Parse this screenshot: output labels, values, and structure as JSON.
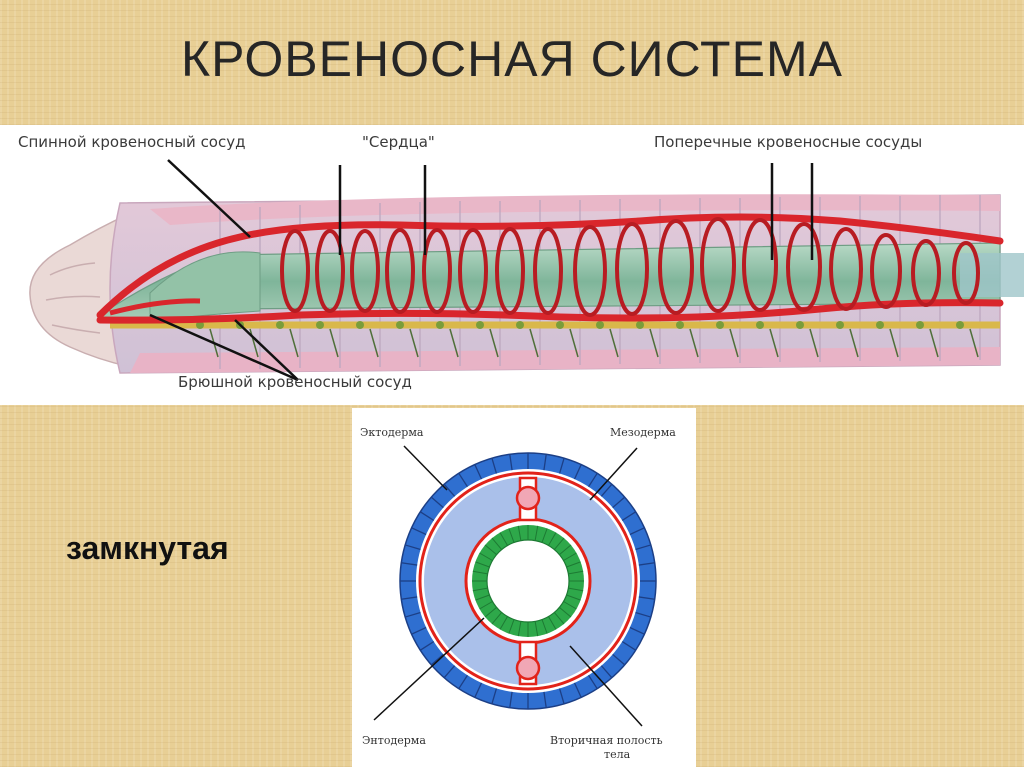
{
  "title": "КРОВЕНОСНАЯ СИСТЕМА",
  "worm_labels": {
    "dorsal_vessel": "Спинной кровеносный сосуд",
    "hearts": "\"Сердца\"",
    "transverse_vessels": "Поперечные кровеносные сосуды",
    "ventral_vessel": "Брюшной кровеносный сосуд"
  },
  "system_type": "замкнутая",
  "cross_section_labels": {
    "ectoderm": "Эктодерма",
    "mesoderm": "Мезодерма",
    "endoderm": "Энтодерма",
    "secondary_cavity_line1": "Вторичная полость",
    "secondary_cavity_line2": "тела"
  },
  "colors": {
    "vessel_red": "#d9262c",
    "gut_green": "#8fbfa3",
    "body_pink": "#e9b7c8",
    "ectoderm_blue": "#2f6fd0",
    "cavity_lightblue": "#aac0ea",
    "endoderm_green": "#2ea84a"
  }
}
